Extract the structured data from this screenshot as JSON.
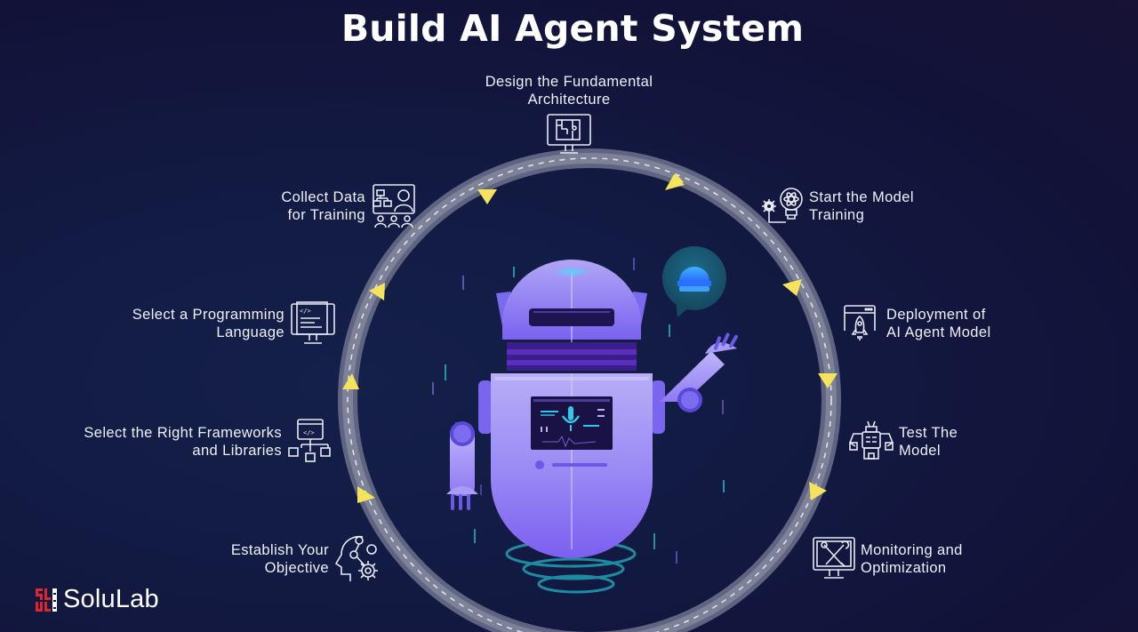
{
  "title": "Build AI Agent System",
  "brand": {
    "name": "SoluLab",
    "logo_mark": "SL LAB",
    "logo_color": "#e0262d"
  },
  "colors": {
    "background": "#131a42",
    "ring": "#6b7089",
    "ring_dash": "#d8dbe6",
    "arrow": "#f5e25a",
    "robot_body": "#8c78f2",
    "robot_accent": "#30c9e8"
  },
  "steps": [
    {
      "id": 1,
      "line1": "Establish Your",
      "line2": "Objective",
      "icon": "gear-head-icon"
    },
    {
      "id": 2,
      "line1": "Select the Right Frameworks",
      "line2": "and Libraries",
      "icon": "code-framework-icon"
    },
    {
      "id": 3,
      "line1": "Select a Programming",
      "line2": "Language",
      "icon": "code-monitor-icon"
    },
    {
      "id": 4,
      "line1": "Collect Data",
      "line2": "for Training",
      "icon": "data-presentation-icon"
    },
    {
      "id": 5,
      "line1": "Design the Fundamental",
      "line2": "Architecture",
      "icon": "blueprint-monitor-icon"
    },
    {
      "id": 6,
      "line1": "Start the Model",
      "line2": "Training",
      "icon": "lightbulb-gear-icon"
    },
    {
      "id": 7,
      "line1": "Deployment of",
      "line2": "AI Agent Model",
      "icon": "rocket-window-icon"
    },
    {
      "id": 8,
      "line1": "Test The",
      "line2": "Model",
      "icon": "robot-test-icon"
    },
    {
      "id": 9,
      "line1": "Monitoring and",
      "line2": "Optimization",
      "icon": "tools-monitor-icon"
    }
  ],
  "illustration": {
    "subject": "robot-assistant",
    "chat_bubble": "speech-bubble-icon",
    "screen": "microphone-icon"
  }
}
